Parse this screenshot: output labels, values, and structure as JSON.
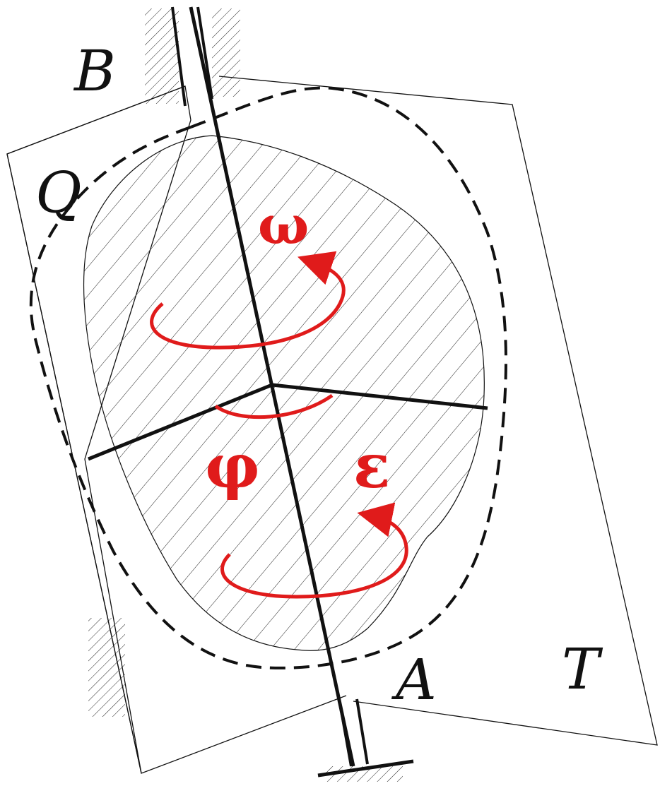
{
  "labels": {
    "B": "B",
    "Q": "Q",
    "A": "A",
    "T": "T",
    "omega": "ω",
    "phi": "φ",
    "epsilon": "ε"
  },
  "colors": {
    "line": "#111111",
    "accent": "#e01b1b",
    "background": "#ffffff"
  }
}
